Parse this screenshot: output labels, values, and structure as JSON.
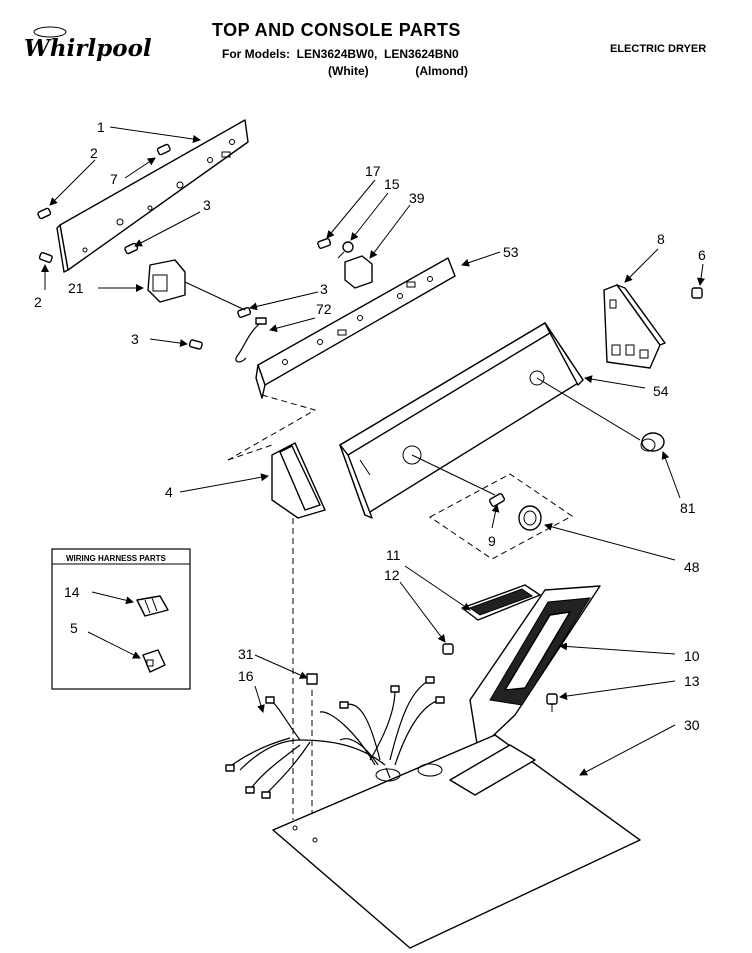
{
  "header": {
    "brand": "Whirlpool",
    "title": "TOP AND CONSOLE PARTS",
    "models_line": "For Models:  LEN3624BW0,  LEN3624BN0",
    "variants_line": "(White)              (Almond)",
    "appliance_type": "ELECTRIC DRYER"
  },
  "inset": {
    "title": "WIRING HARNESS PARTS",
    "callouts": [
      "14",
      "5"
    ]
  },
  "callouts": [
    "1",
    "2",
    "7",
    "3",
    "2",
    "21",
    "3",
    "72",
    "3",
    "17",
    "15",
    "39",
    "53",
    "8",
    "6",
    "54",
    "4",
    "81",
    "9",
    "48",
    "11",
    "12",
    "10",
    "13",
    "30",
    "31",
    "16"
  ]
}
